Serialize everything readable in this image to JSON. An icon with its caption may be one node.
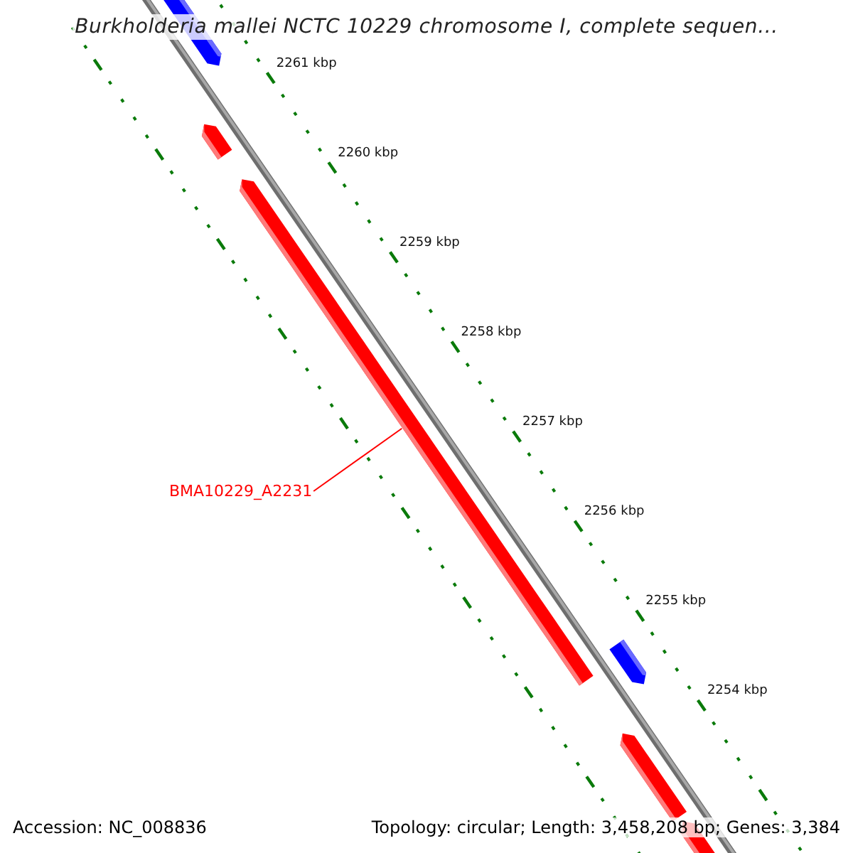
{
  "diagram": {
    "title": "Burkholderia mallei NCTC 10229 chromosome I, complete sequen...",
    "nodes": [
      {
        "text": [
          "BMA10229_A2231"
        ]
      },
      {
        "text": [],
        "shape": "bar"
      }
    ],
    "edges": [
      {
        "from": 0,
        "to": 1,
        "arrow": "none"
      }
    ],
    "labels": [
      "2261 kbp",
      "2260 kbp",
      "2259 kbp",
      "2258 kbp",
      "2257 kbp",
      "2256 kbp",
      "2255 kbp",
      "2254 kbp",
      "Accession: NC_008836",
      "Topology: circular; Length: 3,458,208 bp; Genes: 3,384"
    ]
  }
}
